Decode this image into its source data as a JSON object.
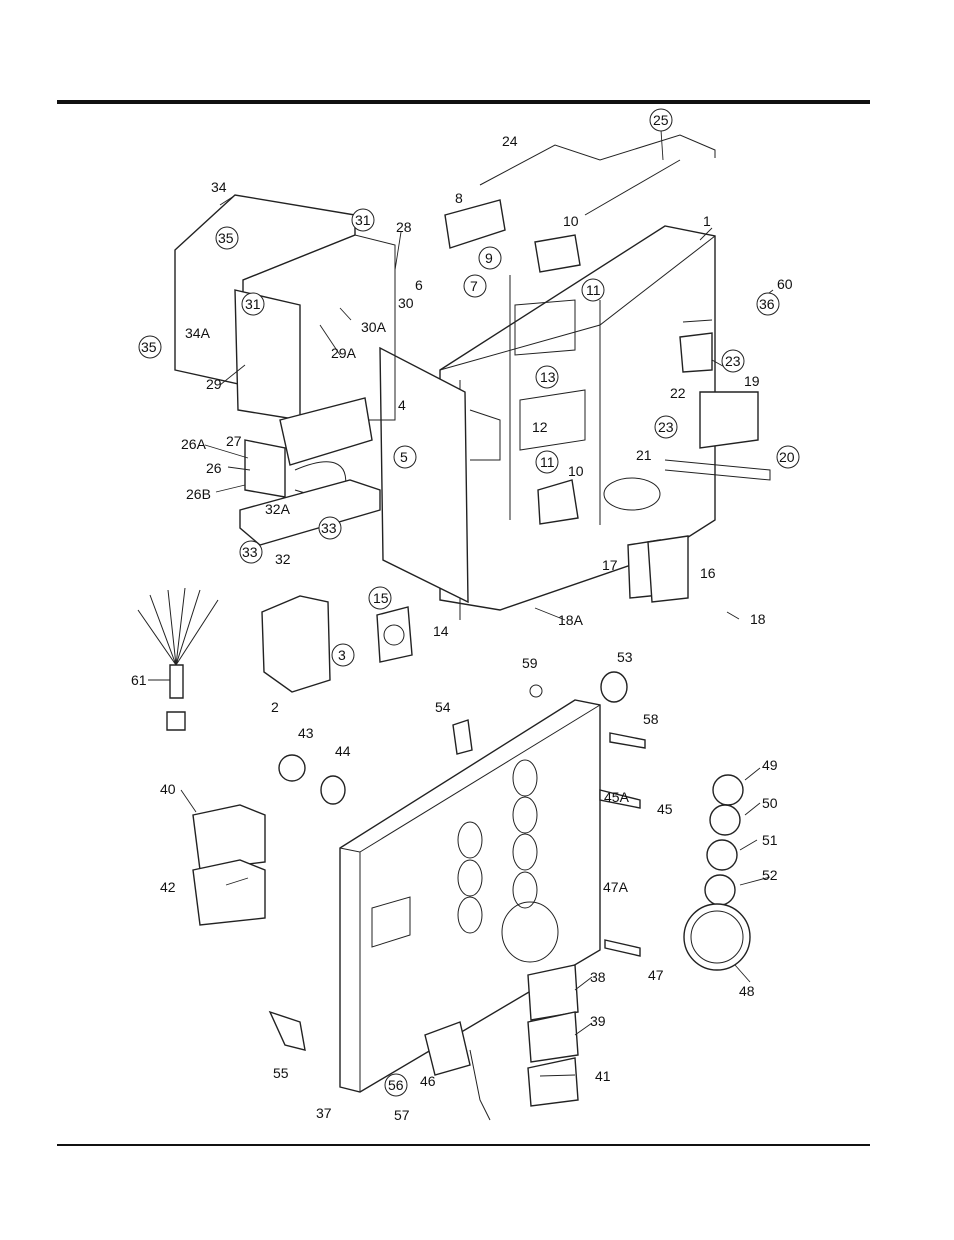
{
  "callouts": [
    {
      "label": "1"
    },
    {
      "label": "2"
    },
    {
      "label": "3"
    },
    {
      "label": "4"
    },
    {
      "label": "5"
    },
    {
      "label": "6"
    },
    {
      "label": "7"
    },
    {
      "label": "8"
    },
    {
      "label": "9"
    },
    {
      "label": "10"
    },
    {
      "label": "10"
    },
    {
      "label": "11"
    },
    {
      "label": "11"
    },
    {
      "label": "12"
    },
    {
      "label": "13"
    },
    {
      "label": "14"
    },
    {
      "label": "15"
    },
    {
      "label": "16"
    },
    {
      "label": "17"
    },
    {
      "label": "18"
    },
    {
      "label": "18A"
    },
    {
      "label": "19"
    },
    {
      "label": "20"
    },
    {
      "label": "21"
    },
    {
      "label": "22"
    },
    {
      "label": "23"
    },
    {
      "label": "23"
    },
    {
      "label": "24"
    },
    {
      "label": "25"
    },
    {
      "label": "26"
    },
    {
      "label": "26A"
    },
    {
      "label": "26B"
    },
    {
      "label": "27"
    },
    {
      "label": "28"
    },
    {
      "label": "29"
    },
    {
      "label": "29A"
    },
    {
      "label": "30"
    },
    {
      "label": "30A"
    },
    {
      "label": "31"
    },
    {
      "label": "31"
    },
    {
      "label": "32"
    },
    {
      "label": "32A"
    },
    {
      "label": "33"
    },
    {
      "label": "33"
    },
    {
      "label": "34"
    },
    {
      "label": "34A"
    },
    {
      "label": "35"
    },
    {
      "label": "35"
    },
    {
      "label": "36"
    },
    {
      "label": "37"
    },
    {
      "label": "38"
    },
    {
      "label": "39"
    },
    {
      "label": "40"
    },
    {
      "label": "41"
    },
    {
      "label": "42"
    },
    {
      "label": "43"
    },
    {
      "label": "44"
    },
    {
      "label": "45"
    },
    {
      "label": "45A"
    },
    {
      "label": "46"
    },
    {
      "label": "47"
    },
    {
      "label": "47A"
    },
    {
      "label": "48"
    },
    {
      "label": "49"
    },
    {
      "label": "50"
    },
    {
      "label": "51"
    },
    {
      "label": "52"
    },
    {
      "label": "53"
    },
    {
      "label": "54"
    },
    {
      "label": "55"
    },
    {
      "label": "56"
    },
    {
      "label": "57"
    },
    {
      "label": "58"
    },
    {
      "label": "59"
    },
    {
      "label": "60"
    },
    {
      "label": "61"
    }
  ]
}
